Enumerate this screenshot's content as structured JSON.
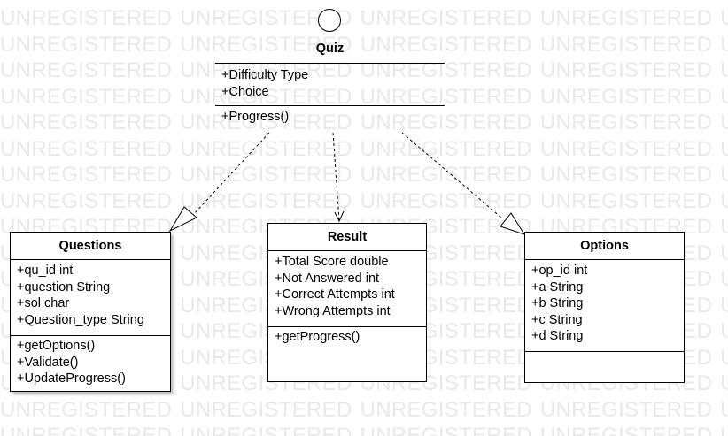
{
  "watermark": {
    "text": "UNREGISTERED"
  },
  "diagram": {
    "quiz": {
      "title": "Quiz",
      "attributes": [
        "+Difficulty Type",
        "+Choice"
      ],
      "operations": [
        "+Progress()"
      ]
    },
    "questions": {
      "title": "Questions",
      "attributes": [
        "+qu_id int",
        "+question String",
        "+sol char",
        "+Question_type String"
      ],
      "operations": [
        "+getOptions()",
        "+Validate()",
        "+UpdateProgress()"
      ]
    },
    "result": {
      "title": "Result",
      "attributes": [
        "+Total Score double",
        "+Not Answered int",
        "+Correct Attempts int",
        "+Wrong Attempts int"
      ],
      "operations": [
        "+getProgress()"
      ]
    },
    "options": {
      "title": "Options",
      "attributes": [
        "+op_id int",
        "+a String",
        "+b String",
        "+c String",
        "+d String"
      ],
      "operations": []
    },
    "relations": [
      {
        "from": "quiz",
        "to": "questions",
        "style": "dashed",
        "head": "hollow-triangle"
      },
      {
        "from": "quiz",
        "to": "result",
        "style": "dashed",
        "head": "open-arrow"
      },
      {
        "from": "quiz",
        "to": "options",
        "style": "dashed",
        "head": "hollow-triangle"
      }
    ]
  }
}
